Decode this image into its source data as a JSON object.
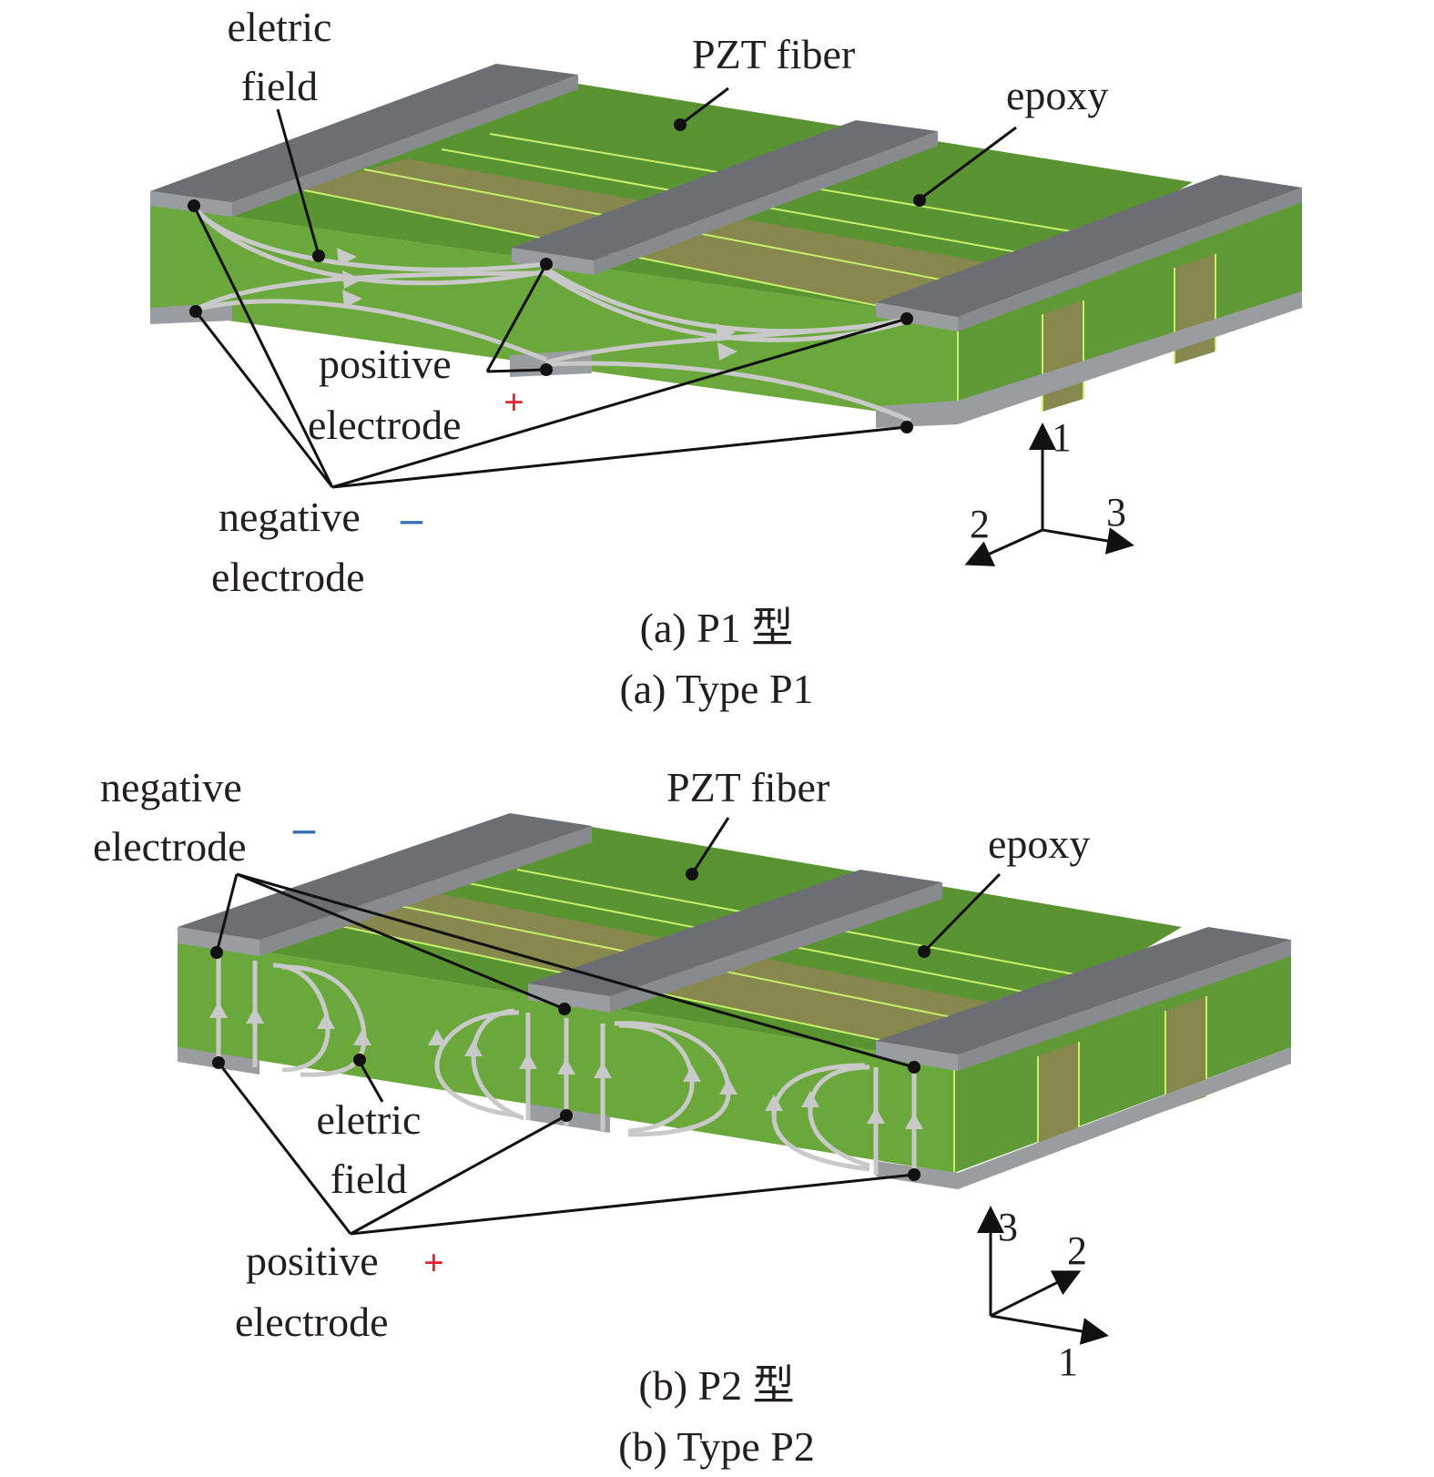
{
  "colors": {
    "fiber": "#5a9432",
    "epoxy": "#86884e",
    "side": "#6aa83c",
    "electrode_top": "#6b6e72",
    "electrode_side": "#9a9da0",
    "field": "#c9c9c9",
    "plus": "#e8202a",
    "minus": "#3b6db3"
  },
  "panel_a": {
    "labels": {
      "field_line1": "eletric",
      "field_line2": "field",
      "fiber": "PZT fiber",
      "epoxy": "epoxy",
      "positive_line1": "positive",
      "positive_line2": "electrode",
      "negative_line1": "negative",
      "negative_line2": "electrode",
      "plus_sign": "+",
      "minus_sign": "–"
    },
    "axes": {
      "up": "1",
      "right": "3",
      "left": "2"
    },
    "caption_zh": "(a) P1 型",
    "caption_en": "(a) Type P1"
  },
  "panel_b": {
    "labels": {
      "negative_line1": "negative",
      "negative_line2": "electrode",
      "fiber": "PZT fiber",
      "epoxy": "epoxy",
      "field_line1": "eletric",
      "field_line2": "field",
      "positive_line1": "positive",
      "positive_line2": "electrode",
      "plus_sign": "+",
      "minus_sign": "–"
    },
    "axes": {
      "up": "3",
      "diag": "2",
      "right": "1"
    },
    "caption_zh": "(b) P2 型",
    "caption_en": "(b) Type P2"
  }
}
